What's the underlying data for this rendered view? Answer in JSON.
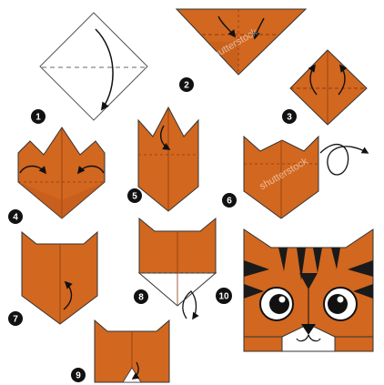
{
  "steps": [
    {
      "number": "1"
    },
    {
      "number": "2"
    },
    {
      "number": "3"
    },
    {
      "number": "4"
    },
    {
      "number": "5"
    },
    {
      "number": "6"
    },
    {
      "number": "7"
    },
    {
      "number": "8"
    },
    {
      "number": "9"
    },
    {
      "number": "10"
    }
  ],
  "watermark": "shutterstock",
  "colors": {
    "paper_orange": "#d2671f",
    "paper_orange_dark": "#b9561a",
    "paper_white": "#ffffff",
    "outline": "#333333",
    "stripe": "#1a1a1a",
    "badge": "#111111"
  }
}
